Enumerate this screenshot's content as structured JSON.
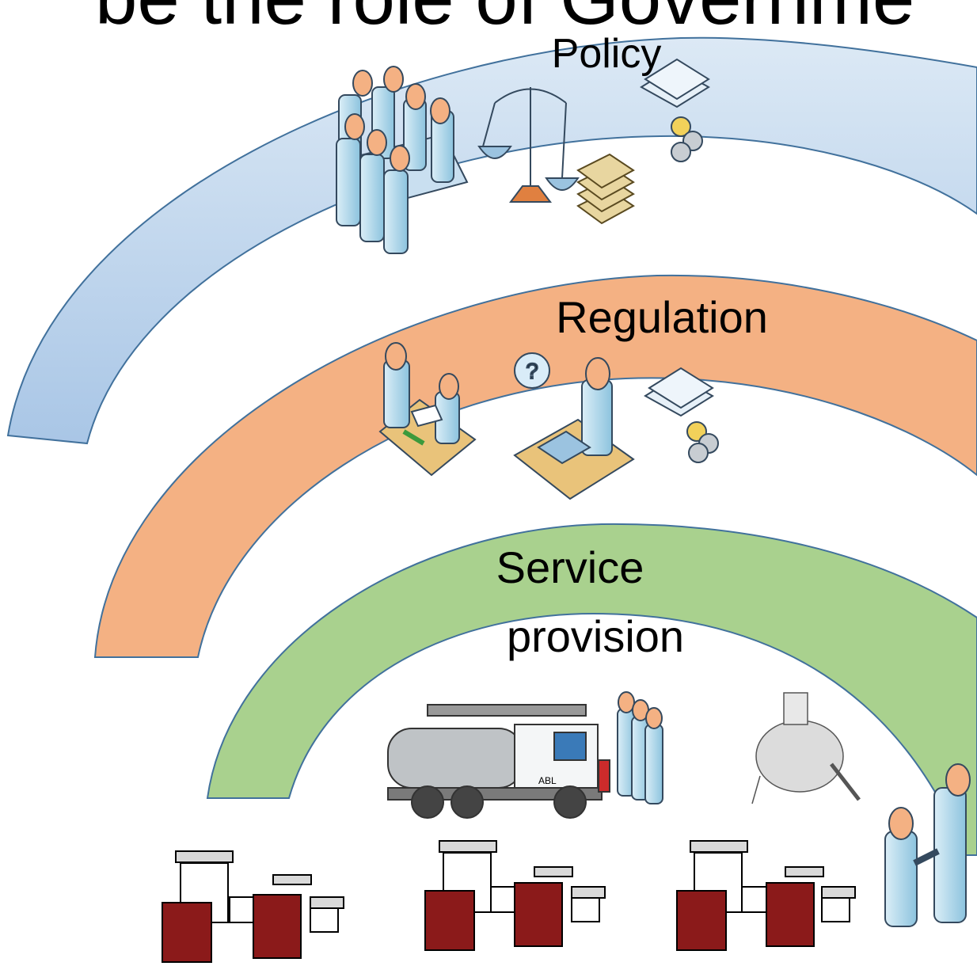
{
  "title_fragment": "be the role of Governme",
  "arcs": {
    "policy": {
      "label": "Policy",
      "color_top": "#dce9f5",
      "color_bottom": "#a9c6e6",
      "stroke": "#41719c"
    },
    "regulation": {
      "label": "Regulation",
      "color": "#f4b183",
      "stroke": "#41719c"
    },
    "service": {
      "label_line1": "Service",
      "label_line2": "provision",
      "color": "#a9d18e",
      "stroke": "#41719c"
    }
  },
  "icons": {
    "truck_badge": "ABL"
  }
}
